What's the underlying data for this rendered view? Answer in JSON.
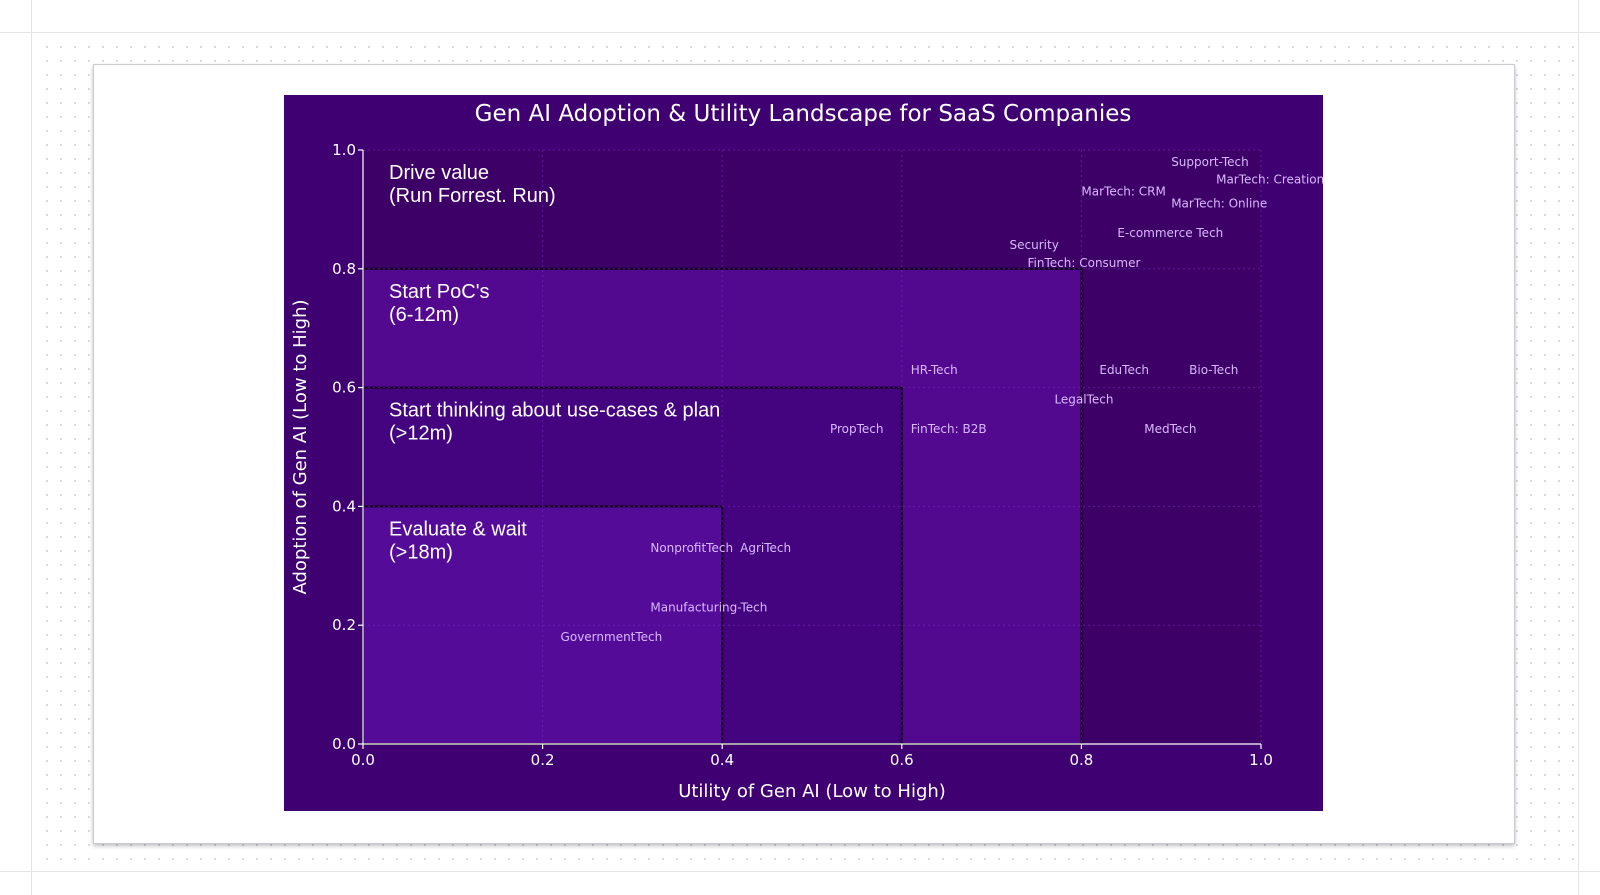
{
  "chart_data": {
    "type": "scatter",
    "title": "Gen AI Adoption & Utility Landscape for SaaS Companies",
    "xlabel": "Utility of Gen AI (Low to High)",
    "ylabel": "Adoption of Gen AI (Low to High)",
    "xlim": [
      0,
      1
    ],
    "ylim": [
      0,
      1
    ],
    "xticks": [
      "0.0",
      "0.2",
      "0.4",
      "0.6",
      "0.8",
      "1.0"
    ],
    "yticks": [
      "0.0",
      "0.2",
      "0.4",
      "0.6",
      "0.8",
      "1.0"
    ],
    "grid": true,
    "colors": {
      "background": "#3f0071",
      "plot_area": "#44006f",
      "zone_1": "#540b98",
      "zone_2": "#45047f",
      "zone_3": "#52098f",
      "zone_4": "#3d0066",
      "point_label": "#d9b8ff",
      "text": "#ffffff"
    },
    "zones": [
      {
        "label_line1": "Evaluate & wait",
        "label_line2": "(>18m)",
        "x_max": 0.4,
        "y_max": 0.4
      },
      {
        "label_line1": "Start thinking about use-cases & plan",
        "label_line2": "(>12m)",
        "x_max": 0.6,
        "y_max": 0.6
      },
      {
        "label_line1": "Start PoC's",
        "label_line2": "(6-12m)",
        "x_max": 0.8,
        "y_max": 0.8
      },
      {
        "label_line1": "Drive value",
        "label_line2": "(Run Forrest. Run)",
        "x_max": 1.0,
        "y_max": 1.0
      }
    ],
    "points": [
      {
        "label": "Support-Tech",
        "x": 0.9,
        "y": 0.98
      },
      {
        "label": "MarTech: Creation",
        "x": 0.95,
        "y": 0.95
      },
      {
        "label": "MarTech: CRM",
        "x": 0.8,
        "y": 0.93
      },
      {
        "label": "MarTech: Online",
        "x": 0.9,
        "y": 0.91
      },
      {
        "label": "E-commerce Tech",
        "x": 0.84,
        "y": 0.86
      },
      {
        "label": "Security",
        "x": 0.72,
        "y": 0.84
      },
      {
        "label": "FinTech: Consumer",
        "x": 0.74,
        "y": 0.81
      },
      {
        "label": "HR-Tech",
        "x": 0.61,
        "y": 0.63
      },
      {
        "label": "EduTech",
        "x": 0.82,
        "y": 0.63
      },
      {
        "label": "Bio-Tech",
        "x": 0.92,
        "y": 0.63
      },
      {
        "label": "LegalTech",
        "x": 0.77,
        "y": 0.58
      },
      {
        "label": "PropTech",
        "x": 0.52,
        "y": 0.53
      },
      {
        "label": "FinTech: B2B",
        "x": 0.61,
        "y": 0.53
      },
      {
        "label": "MedTech",
        "x": 0.87,
        "y": 0.53
      },
      {
        "label": "NonprofitTech",
        "x": 0.32,
        "y": 0.33
      },
      {
        "label": "AgriTech",
        "x": 0.42,
        "y": 0.33
      },
      {
        "label": "Manufacturing-Tech",
        "x": 0.32,
        "y": 0.23
      },
      {
        "label": "GovernmentTech",
        "x": 0.22,
        "y": 0.18
      }
    ]
  }
}
